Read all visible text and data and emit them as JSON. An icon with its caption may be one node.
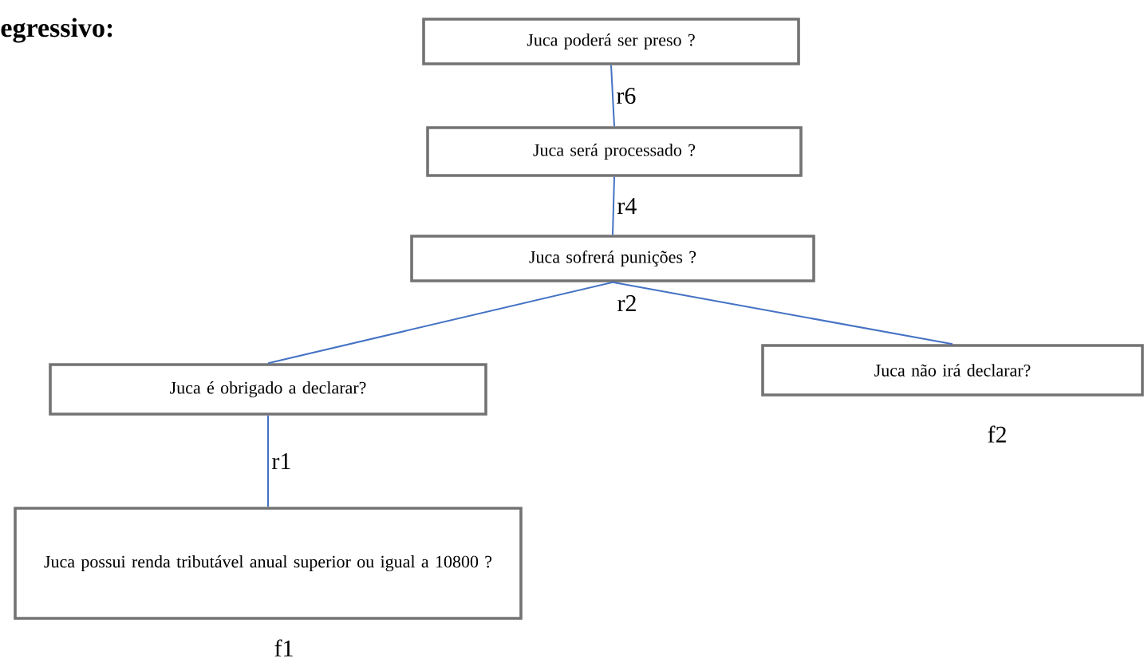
{
  "diagram": {
    "title": "egressivo:",
    "nodes": [
      {
        "text": [
          "Juca poderá ser preso ?"
        ]
      },
      {
        "text": [
          "Juca será processado ?"
        ]
      },
      {
        "text": [
          "Juca sofrerá punições ?"
        ],
        "beside": [
          "r2"
        ]
      },
      {
        "text": [
          "Juca é obrigado a declarar?"
        ]
      },
      {
        "text": [
          "Juca não irá declarar?"
        ],
        "beside": [
          "f2"
        ]
      },
      {
        "text": [
          "Juca possui renda tributável anual superior ou igual a 10800 ?"
        ],
        "beside": [
          "f1"
        ]
      }
    ],
    "edges": [
      {
        "from": 0,
        "to": 1,
        "arrow": "none",
        "label": "r6"
      },
      {
        "from": 1,
        "to": 2,
        "arrow": "none",
        "label": "r4"
      },
      {
        "from": 2,
        "to": 3,
        "arrow": "none"
      },
      {
        "from": 2,
        "to": 4,
        "arrow": "none"
      },
      {
        "from": 3,
        "to": 5,
        "arrow": "none",
        "label": "r1"
      }
    ]
  }
}
